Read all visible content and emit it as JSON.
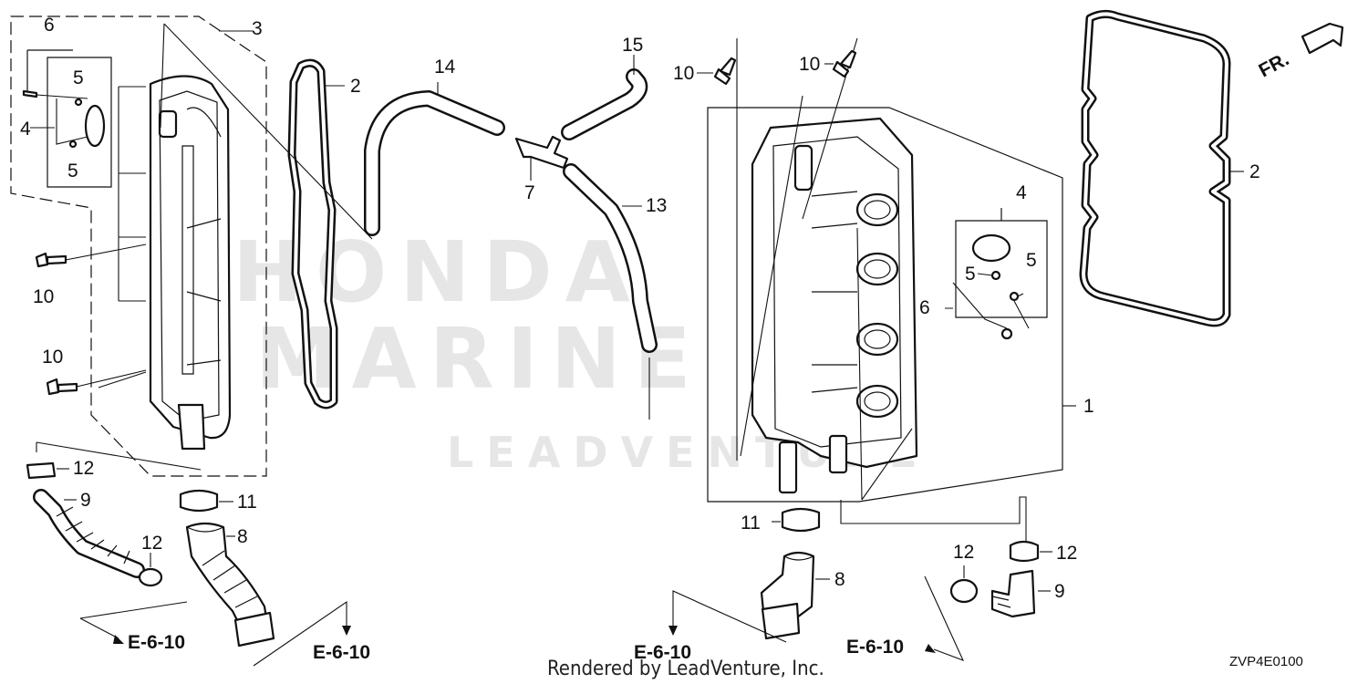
{
  "watermark": {
    "brand_line1": "HONDA",
    "brand_line2": "MARINE",
    "vendor": "LEADVENTURE"
  },
  "fr_marker": {
    "label": "FR."
  },
  "callouts": {
    "c1": "1",
    "c2a": "2",
    "c2b": "2",
    "c3": "3",
    "c4a": "4",
    "c4b": "4",
    "c5a": "5",
    "c5b": "5",
    "c5c": "5",
    "c5d": "5",
    "c6a": "6",
    "c6b": "6",
    "c7": "7",
    "c8a": "8",
    "c8b": "8",
    "c9a": "9",
    "c9b": "9",
    "c10a": "10",
    "c10b": "10",
    "c10c": "10",
    "c10d": "10",
    "c11a": "11",
    "c11b": "11",
    "c12a": "12",
    "c12b": "12",
    "c12c": "12",
    "c12d": "12",
    "c13": "13",
    "c14": "14",
    "c15": "15"
  },
  "references": [
    "E-6-10",
    "E-6-10",
    "E-6-10",
    "E-6-10"
  ],
  "footer": {
    "credit": "Rendered by LeadVenture, Inc.",
    "diagram_code": "ZVP4E0100"
  }
}
